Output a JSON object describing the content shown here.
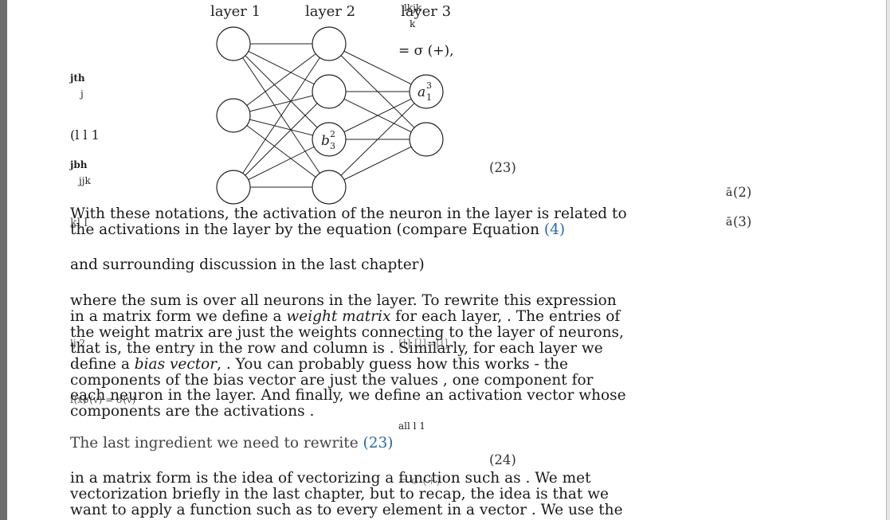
{
  "diagram": {
    "layer_labels": [
      "layer 1",
      "layer 2",
      "layer 3"
    ],
    "neuron_label_b": "b",
    "neuron_label_b_sup": "2",
    "neuron_label_b_sub": "3",
    "neuron_label_a": "a",
    "neuron_label_a_sup": "3",
    "neuron_label_a_sub": "1"
  },
  "equations": {
    "sigma_line": "= σ (+),",
    "eq23_number": "(23)",
    "eq24_number": "(24)",
    "margin_eq2": "(2)",
    "margin_eq3": "(3)"
  },
  "paragraphs": {
    "p1_line1": "With these notations, the activation of the neuron in the layer is related to",
    "p1_line2_text": "the activations in the layer by the equation (compare Equation ",
    "p1_line2_ref": "(4)",
    "p1_line3": "and surrounding discussion in the last chapter)",
    "p2_line1": "where the sum is over all neurons in the layer. To rewrite this expression",
    "p2_line2_a": "in a matrix form we define a ",
    "p2_line2_em": "weight matrix",
    "p2_line2_b": " for each layer, . The entries of",
    "p2_line3": "the weight matrix are just the weights connecting to the layer of neurons,",
    "p2_line4": "that is, the entry in the row and column is . Similarly, for each layer we",
    "p2_line5_a": "define a ",
    "p2_line5_em": "bias vector",
    "p2_line5_b": ", . You can probably guess how this works - the",
    "p2_line6": "components of the bias vector are just the values , one component for",
    "p2_line7": "each neuron in the layer. And finally, we define an activation vector whose",
    "p2_line8": "components are the activations .",
    "p3_text": "The last ingredient we need to rewrite ",
    "p3_ref": "(23)",
    "p4_line1": "in a matrix form is the idea of vectorizing a function such as . We met",
    "p4_line2": "vectorization briefly in the last chapter, but to recap, the idea is that we",
    "p4_line3": "want to apply a function such as to every element in a vector . We use the"
  },
  "debris": {
    "d_lkjk": "lkjk",
    "d_k": "k",
    "d_jh": "jth",
    "d_j": "j",
    "d_l11": "(l l 1",
    "d_jbh": "jbh",
    "d_jjk": "jjk",
    "d_kl1": "kl l",
    "d_lj2": "lj 2",
    "d_jl": "j",
    "d_wl": "[l] [l]=[l]",
    "d_fx": "f(x)",
    "d_sig": "σ(v) = σ(v)",
    "d_al": "all l 1",
    "d_eqf": "= σ (+)",
    "d_a2": "ā",
    "d_a3": "ā"
  }
}
